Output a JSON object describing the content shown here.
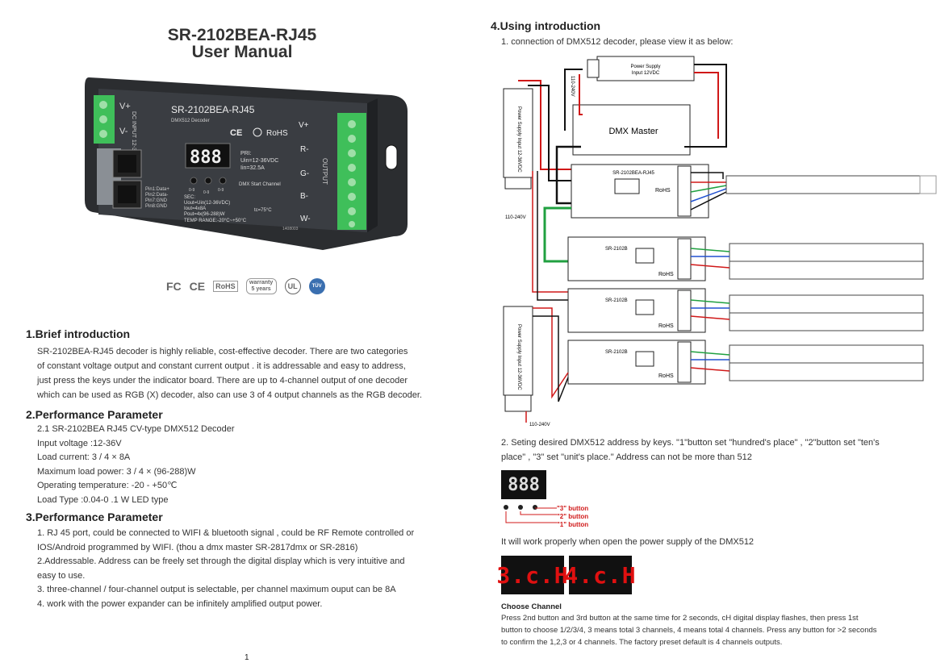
{
  "doc": {
    "title": "SR-2102BEA-RJ45",
    "subtitle": "User Manual",
    "page_number": "1"
  },
  "device": {
    "model": "SR-2102BEA-RJ45",
    "type": "DMX512 Decoder",
    "display": "888",
    "dc_input": "DC INPUT 12-36VDC",
    "v_plus": "V+",
    "v_minus": "V-",
    "pri": "PRI:",
    "uin": "Uin=12-36VDC",
    "iin": "Iin=32.5A",
    "sec": "SEC:",
    "uout": "Uout=Uin(12-36VDC)",
    "iout": "Iout=4x8A",
    "pout": "Pout=4x(96-288)W",
    "temp": "TEMP RANGE:-20°C~+50°C",
    "tc": "tc=75°C",
    "dmx_start": "DMX Start Channel",
    "pins": [
      "Pin1:Data+",
      "Pin2:Data-",
      "Pin7:GND",
      "Pin8:GND"
    ],
    "outputs": [
      "V+",
      "R-",
      "G-",
      "B-",
      "W-"
    ],
    "output_label": "OUTPUT",
    "rohs": "RoHS",
    "key_labels": [
      "0-9",
      "0-9",
      "0-9"
    ],
    "serial": "1408003"
  },
  "certs": [
    "FC",
    "CE",
    "RoHS",
    "warranty 5 years",
    "UL",
    "TÜV"
  ],
  "section1": {
    "heading": "1.Brief introduction",
    "lines": [
      "SR-2102BEA-RJ45 decoder is highly reliable, cost-effective decoder. There are two categories",
      "of constant voltage output and constant current output . it is addressable and easy to address,",
      "just press the keys under the indicator board. There are up to 4-channel output of one decoder",
      "which can be used as RGB (X) decoder, also can use 3 of 4 output channels as the RGB decoder."
    ]
  },
  "section2": {
    "heading": "2.Performance Parameter",
    "lines": [
      "2.1 SR-2102BEA RJ45 CV-type DMX512 Decoder",
      "Input voltage :12-36V",
      "Load current: 3 / 4 × 8A",
      "Maximum load power: 3 / 4 × (96-288)W",
      "Operating temperature: -20 - +50℃",
      "Load Type :0.04-0 .1 W LED type"
    ]
  },
  "section3": {
    "heading": "3.Performance Parameter",
    "lines": [
      "1. RJ 45 port, could be connected to WIFI & bluetooth signal , could be RF Remote controlled or",
      "IOS/Android programmed by WIFI. (thou a dmx master SR-2817dmx or SR-2816)",
      "2.Addressable.  Address can be freely set through the digital display which is very intuitive and",
      "easy to use.",
      "3. three-channel / four-channel output is selectable, per channel maximum ouput can be 8A",
      "4. work with the power expander can be infinitely amplified output power."
    ]
  },
  "section4": {
    "heading": "4.Using introduction",
    "intro": "1. connection of DMX512 decoder, please view it as below:",
    "diagram": {
      "power_supply_top": [
        "Power Supply",
        "Input 12VDC"
      ],
      "ac_top": "110-240V",
      "dmx_master": "DMX Master",
      "decoder": "SR-2102BEA-RJ45",
      "expander": "SR-2102B",
      "power_supply_side": "Power Supply Input 12-36VDC",
      "ac_label": "110-240V",
      "rohs": "RoHS"
    },
    "step2": [
      "2. Seting desired DMX512 address by keys. \"1\"button set \"hundred's place\" , \"2\"button set \"ten's",
      "place\" , \"3\" set \"unit's place.\" Address  can  not  be  more  than  512"
    ],
    "display_888": "888",
    "buttons": [
      "\"3\" button",
      "\"2\" button",
      "\"1\" button"
    ],
    "power_note": "It will work properly when open the power supply of the DMX512",
    "ch_display": [
      "3.c.H",
      "4.c.H"
    ],
    "choose": {
      "heading": "Choose Channel",
      "lines": [
        "Press 2nd button and 3rd button  at the same time for 2 seconds, cH digital display flashes, then press 1st",
        "button to choose 1/2/3/4, 3 means total 3 channels, 4 means total 4 channels. Press any button for >2 seconds",
        "to confirm the 1,2,3 or 4 channels. The factory preset default is 4 channels outputs."
      ]
    }
  },
  "colors": {
    "wire_red": "#d01818",
    "wire_black": "#111111",
    "wire_green": "#20a040",
    "wire_blue": "#2050d0",
    "display_red": "#e01010",
    "button_label": "#d01818"
  }
}
